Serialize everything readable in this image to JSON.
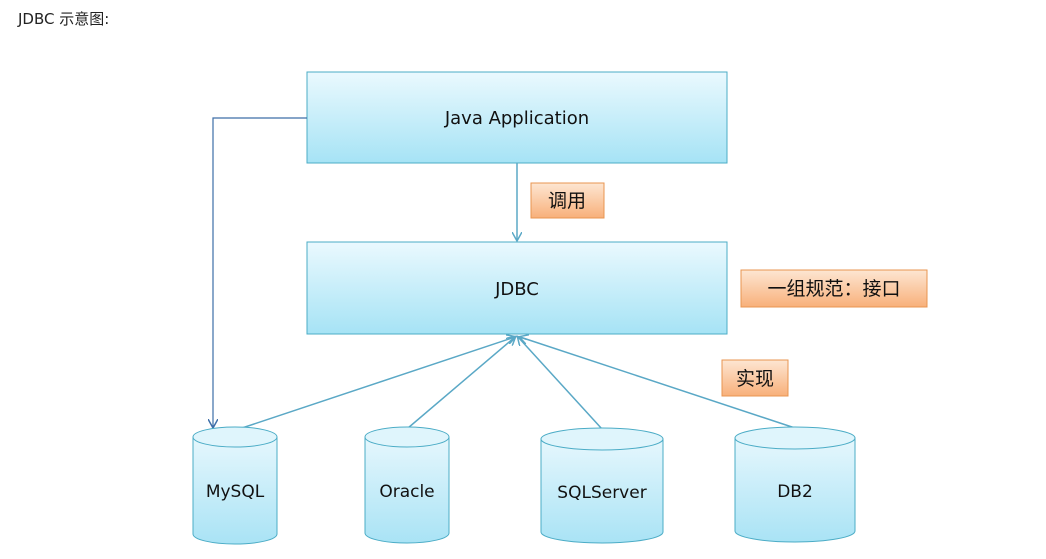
{
  "caption": "JDBC 示意图:",
  "diagram": {
    "app_label": "Java Application",
    "jdbc_label": "JDBC",
    "call_label": "调用",
    "spec_label": "一组规范：接口",
    "impl_label": "实现",
    "databases": [
      {
        "label": "MySQL"
      },
      {
        "label": "Oracle"
      },
      {
        "label": "SQLServer"
      },
      {
        "label": "DB2"
      }
    ],
    "colors": {
      "box_top": "#e8f8fe",
      "box_bottom": "#a8e4f6",
      "box_border": "#4bacc6",
      "note_top": "#fde3cc",
      "note_bottom": "#f9b47c",
      "note_border": "#e89550",
      "arrow": "#5aa8c6",
      "line_left": "#3d6ea8"
    }
  }
}
